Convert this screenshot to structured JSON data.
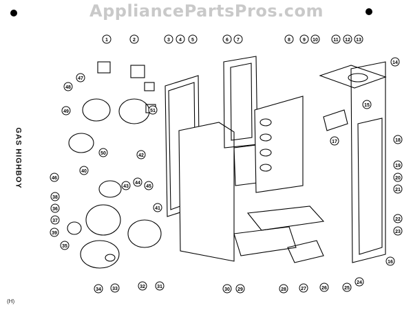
{
  "watermark": "AppliancePartsPros.com",
  "side_label": "GAS HIGHBOY",
  "page_mark": "(H)",
  "callouts": [
    "1",
    "2",
    "3",
    "4",
    "5",
    "6",
    "7",
    "8",
    "9",
    "10",
    "11",
    "12",
    "13",
    "14",
    "15",
    "16",
    "17",
    "18",
    "19",
    "20",
    "21",
    "22",
    "23",
    "24",
    "25",
    "26",
    "27",
    "28",
    "29",
    "30",
    "31",
    "32",
    "33",
    "34",
    "35",
    "36",
    "37",
    "38",
    "39",
    "40",
    "41",
    "42",
    "43",
    "44",
    "45",
    "46",
    "47",
    "48",
    "49",
    "50",
    "51"
  ]
}
